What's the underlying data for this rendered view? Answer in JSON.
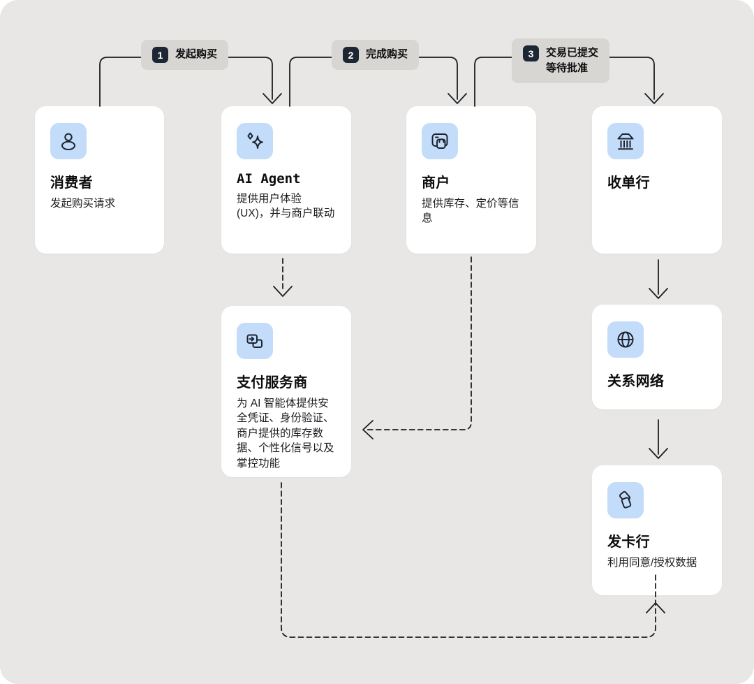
{
  "colors": {
    "panel": "#e8e7e5",
    "card": "#ffffff",
    "accent": "#c3dcf9",
    "icon": "#1d2430",
    "line": "#1b1d20",
    "label-bg": "#d8d6d3",
    "label-num-bg": "#1d2733",
    "label-num-text": "#ffffff",
    "title": "#0c0d0e",
    "body": "#1b1d20"
  },
  "steps": [
    {
      "number": "1",
      "lines": [
        "发起购买"
      ]
    },
    {
      "number": "2",
      "lines": [
        "完成购买"
      ]
    },
    {
      "number": "3",
      "lines": [
        "交易已提交",
        "等待批准"
      ]
    }
  ],
  "cards": [
    {
      "id": "consumer",
      "title": "消费者",
      "body": "发起购买请求",
      "icon": "user-icon"
    },
    {
      "id": "ai-agent",
      "title": "AI Agent",
      "body": "提供用户体验 (UX)，并与商户联动",
      "icon": "sparkles-icon"
    },
    {
      "id": "merchant",
      "title": "商户",
      "body": "提供库存、定价等信息",
      "icon": "storefront-icon"
    },
    {
      "id": "acquirer",
      "title": "收单行",
      "body": "",
      "icon": "bank-icon"
    },
    {
      "id": "psp",
      "title": "支付服务商",
      "body": "为 AI 智能体提供安全凭证、身份验证、商户提供的库存数据、个性化信号以及掌控功能",
      "icon": "card-transfer-icon"
    },
    {
      "id": "network",
      "title": "关系网络",
      "body": "",
      "icon": "globe-icon"
    },
    {
      "id": "issuer",
      "title": "发卡行",
      "body": "利用同意/授权数据",
      "icon": "credit-cards-icon"
    }
  ]
}
